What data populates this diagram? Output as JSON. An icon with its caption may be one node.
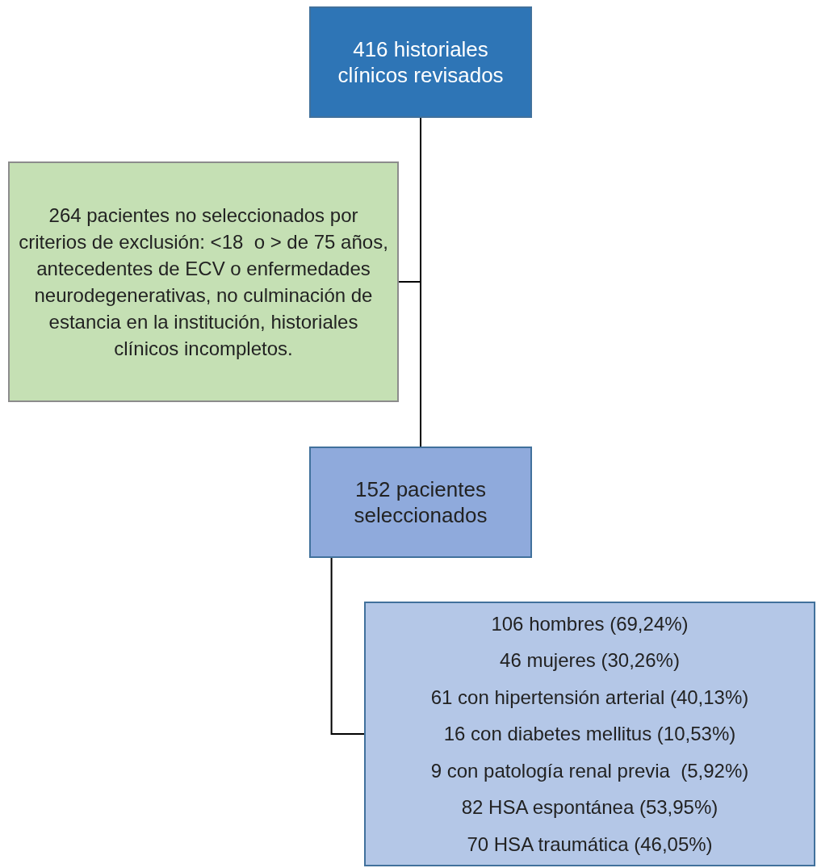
{
  "diagram": {
    "nodes": [
      {
        "text": [
          "416 historiales clínicos revisados"
        ]
      },
      {
        "text": [
          "264 pacientes no seleccionados por criterios de exclusión: <18  o > de 75 años, antecedentes de ECV o enfermedades neurodegenerativas, no culminación de estancia en la institución, historiales clínicos incompletos."
        ]
      },
      {
        "text": [
          "152 pacientes seleccionados"
        ]
      },
      {
        "text": [
          "106 hombres (69,24%)",
          "46 mujeres (30,26%)",
          "61 con hipertensión arterial (40,13%)",
          "16 con diabetes mellitus (10,53%)",
          "9 con patología renal previa  (5,92%)",
          "82 HSA espontánea (53,95%)",
          "70 HSA traumática (46,05%)"
        ]
      }
    ],
    "edges": [
      {
        "from": 0,
        "to": 1,
        "arrow": "none"
      },
      {
        "from": 0,
        "to": 2,
        "arrow": "none"
      },
      {
        "from": 2,
        "to": 3,
        "arrow": "none"
      }
    ]
  }
}
